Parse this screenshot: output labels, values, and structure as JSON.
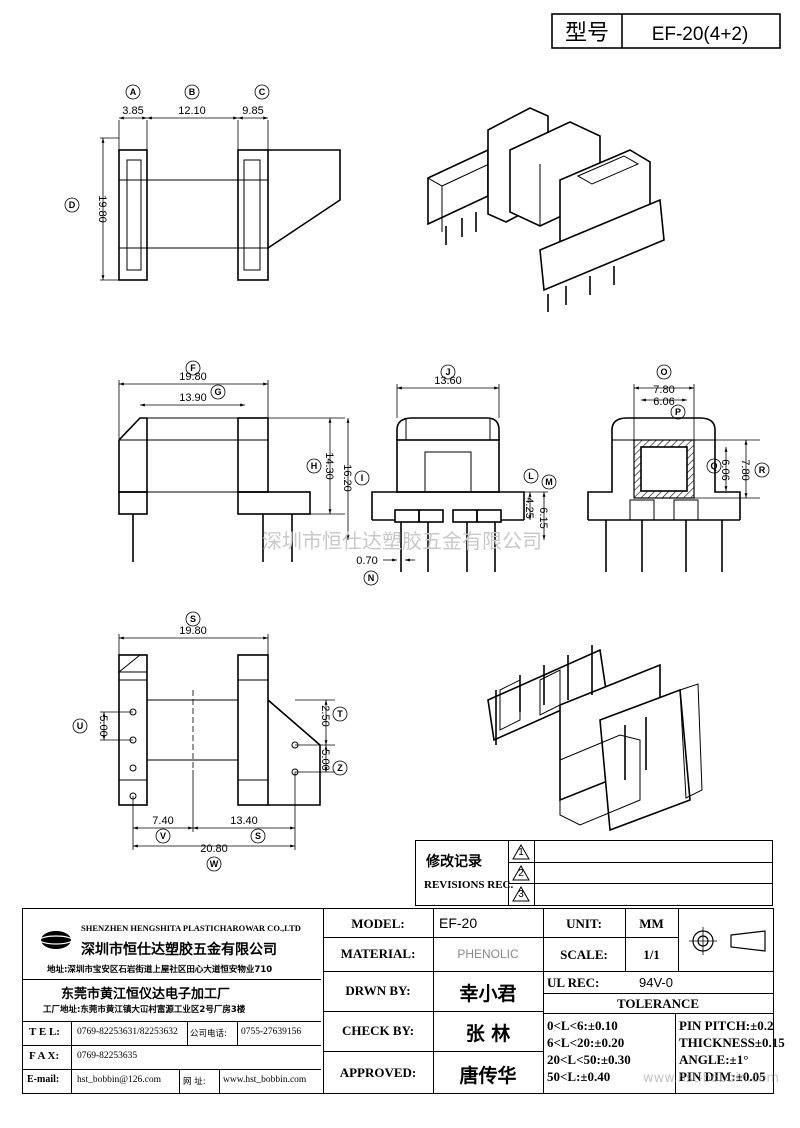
{
  "title_block": {
    "type_label": "型号",
    "type_value": "EF-20(4+2)"
  },
  "dimensions": {
    "A": "3.85",
    "B": "12.10",
    "C": "9.85",
    "D": "19.80",
    "F": "19.80",
    "G": "13.90",
    "H": "14.30",
    "I": "16.20",
    "J": "13.60",
    "L": "4.25",
    "M": "6.15",
    "N": "0.70",
    "O": "7.80",
    "P": "6.06",
    "Q": "6.06",
    "R": "7.80",
    "S": "19.80",
    "T": "2.50",
    "U": "5.00",
    "V": "7.40",
    "W": "20.80",
    "X": "13.40",
    "Z": "5.00"
  },
  "dim_letters": [
    "A",
    "B",
    "C",
    "D",
    "F",
    "G",
    "H",
    "I",
    "J",
    "L",
    "M",
    "N",
    "O",
    "P",
    "Q",
    "R",
    "S",
    "T",
    "U",
    "V",
    "W",
    "Z"
  ],
  "s_letter_second": "S",
  "watermark": "深圳市恒仕达塑胶五金有限公司",
  "revisions": {
    "title_cn": "修改记录",
    "title_en": "REVISIONS REC.",
    "marks": [
      "1",
      "2",
      "3"
    ]
  },
  "company": {
    "name_en": "SHENZHEN HENGSHITA PLASTICHAROWAR CO.,LTD",
    "name_cn": "深圳市恒仕达塑胶五金有限公司",
    "address": "地址:深圳市宝安区石岩街道上屋社区田心大道恒安物业710",
    "factory_cn": "东莞市黄江恒仪达电子加工厂",
    "factory_address": "工厂地址:东莞市黄江镇大冚村富源工业区2号厂房3楼",
    "tel_label": "T E L:",
    "tel_value": "0769-82253631/82253632",
    "company_tel_label": "公司电话:",
    "company_tel_value": "0755-27639156",
    "fax_label": "F A X:",
    "fax_value": "0769-82253635",
    "email_label": "E-mail:",
    "email_value": "hst_bobbin@126.com",
    "web_label": "网 址:",
    "web_value": "www.hst_bobbin.com"
  },
  "info": {
    "model_label": "MODEL:",
    "model_value": "EF-20",
    "material_label": "MATERIAL:",
    "material_value": "PHENOLIC",
    "drawn_label": "DRWN BY:",
    "drawn_value": "幸小君",
    "check_label": "CHECK BY:",
    "check_value": "张 林",
    "approved_label": "APPROVED:",
    "approved_value": "唐传华",
    "unit_label": "UNIT:",
    "unit_value": "MM",
    "scale_label": "SCALE:",
    "scale_value": "1/1",
    "ul_label": "UL REC:",
    "ul_value": "94V-0",
    "tolerance_label": "TOLERANCE",
    "tol1": "0<L<6:±0.10",
    "tol2": "6<L<20:±0.20",
    "tol3": "20<L<50:±0.30",
    "tol4": "50<L:±0.40",
    "pin_pitch": "PIN PITCH:±0.2",
    "thickness": "THICKNESS±0.15",
    "angle": "ANGLE:±1°",
    "pin_dim": "PIN DIM:±0.05"
  },
  "overlay_watermark": "www.hst-bobbin.com"
}
